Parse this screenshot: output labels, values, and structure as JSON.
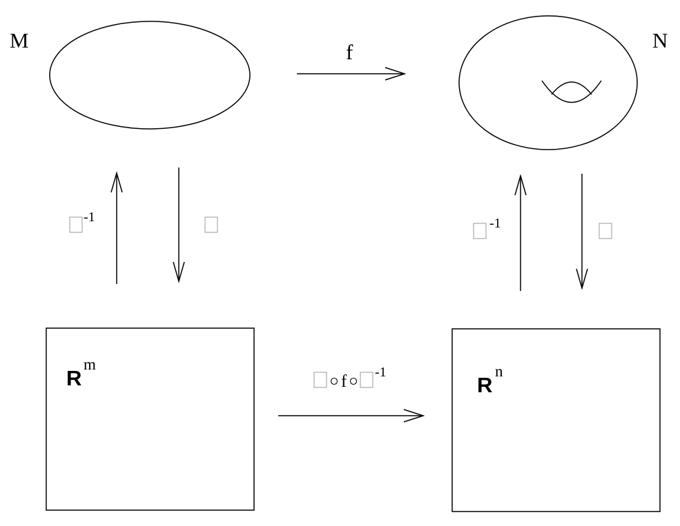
{
  "manifold_left": {
    "label": "M"
  },
  "manifold_right": {
    "label": "N"
  },
  "map_top": {
    "label": "f"
  },
  "chart_left_up": {
    "symbol": "",
    "exponent": "-1"
  },
  "chart_left_down": {
    "symbol": ""
  },
  "chart_right_up": {
    "symbol": "",
    "exponent": "-1"
  },
  "chart_right_down": {
    "symbol": ""
  },
  "space_left": {
    "base": "R",
    "exponent": "m"
  },
  "space_right": {
    "base": "R",
    "exponent": "n"
  },
  "map_bottom": {
    "label_f": "f",
    "exponent": "-1"
  }
}
